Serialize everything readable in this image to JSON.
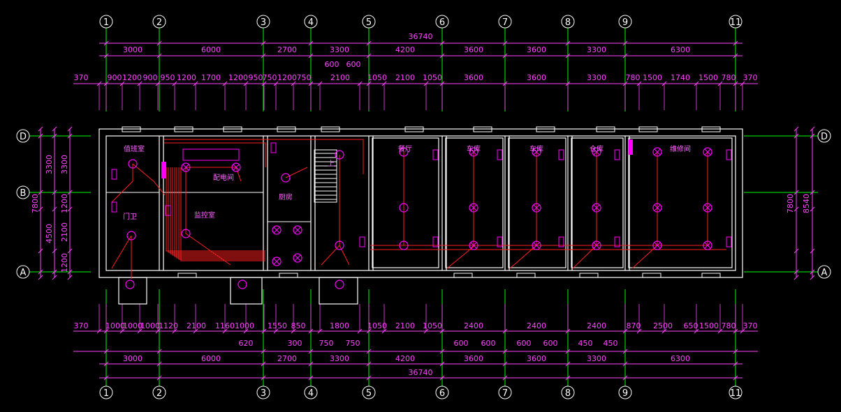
{
  "axes": {
    "columns": [
      "1",
      "2",
      "3",
      "4",
      "5",
      "6",
      "7",
      "8",
      "9",
      "11"
    ],
    "rows": [
      "D",
      "B",
      "A"
    ]
  },
  "top": {
    "total": "36740",
    "axis_spans": [
      "3000",
      "6000",
      "2700",
      "3300",
      "4200",
      "3600",
      "3600",
      "3300",
      "6300"
    ],
    "detail_left": "370",
    "detail_right": "370",
    "detail": [
      "900",
      "1200",
      "900",
      "950",
      "1200",
      "1700",
      "1200",
      "950",
      "750",
      "1200",
      "750",
      "2100",
      "1050",
      "2100",
      "1050",
      "3600",
      "3600",
      "3300",
      "780",
      "1500",
      "1740",
      "1500",
      "780"
    ],
    "detail_upper": [
      "600",
      "600"
    ]
  },
  "bottom": {
    "total": "36740",
    "axis_spans": [
      "3000",
      "6000",
      "2700",
      "3300",
      "4200",
      "3600",
      "3600",
      "3300",
      "6300"
    ],
    "detail_left": "370",
    "detail_right": "370",
    "detail": [
      "1000",
      "1000",
      "1000",
      "1120",
      "2100",
      "1160",
      "1000",
      "1550",
      "850",
      "1800",
      "1050",
      "2100",
      "1050",
      "2400",
      "2400",
      "2400",
      "870",
      "2500",
      "650",
      "1500",
      "780"
    ],
    "detail_lower": [
      "620",
      "300",
      "750",
      "750",
      "600",
      "600",
      "600",
      "600",
      "450",
      "450"
    ]
  },
  "left": {
    "outer": "7800",
    "axis_spans": [
      "3300",
      "4500"
    ],
    "detail": [
      "3300",
      "1200",
      "2100",
      "1200"
    ]
  },
  "right": {
    "outer": "7800",
    "inner": "8540"
  },
  "rooms": {
    "rest": "值班室",
    "door": "门卫",
    "power": "配电间",
    "monitor": "监控室",
    "kitchen": "厨房",
    "dining": "餐厅",
    "garage1": "车库",
    "garage2": "车库",
    "store": "仓库",
    "repair": "维修间",
    "stair": "上"
  },
  "colors": {
    "bg": "#000000",
    "wall": "#ffffff",
    "axis": "#00ff00",
    "dim": "#ff44ff",
    "wire": "#ff2020",
    "fixture": "#ff00ff"
  }
}
